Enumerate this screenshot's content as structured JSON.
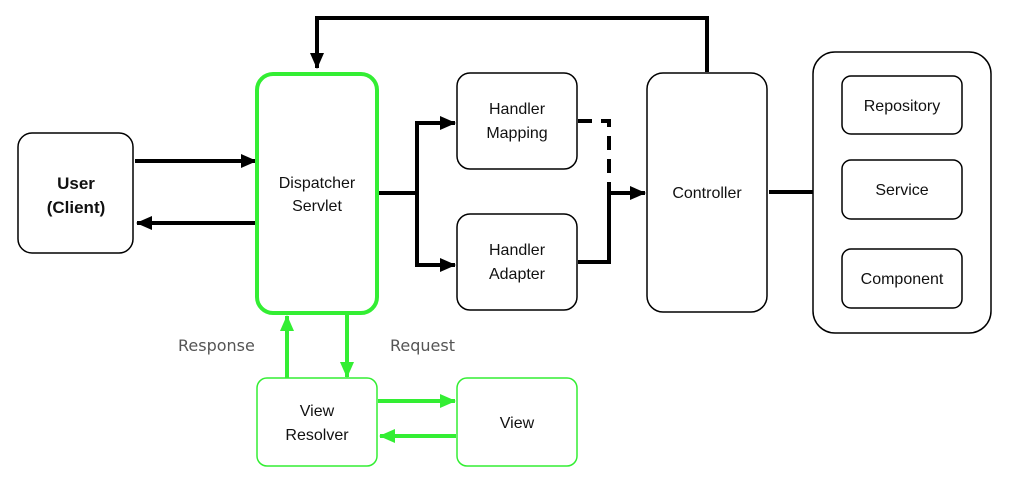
{
  "colors": {
    "black": "#000000",
    "green": "#33ee33",
    "label": "#555555"
  },
  "nodes": {
    "user": {
      "lines": [
        "User",
        "(Client)"
      ]
    },
    "dispatcher": {
      "lines": [
        "Dispatcher",
        "Servlet"
      ]
    },
    "handler_mapping": {
      "lines": [
        "Handler",
        "Mapping"
      ]
    },
    "handler_adapter": {
      "lines": [
        "Handler",
        "Adapter"
      ]
    },
    "controller": {
      "lines": [
        "Controller"
      ]
    },
    "repository": {
      "lines": [
        "Repository"
      ]
    },
    "service": {
      "lines": [
        "Service"
      ]
    },
    "component": {
      "lines": [
        "Component"
      ]
    },
    "view_resolver": {
      "lines": [
        "View",
        "Resolver"
      ]
    },
    "view": {
      "lines": [
        "View"
      ]
    }
  },
  "edge_labels": {
    "response": "Response",
    "request": "Request"
  }
}
